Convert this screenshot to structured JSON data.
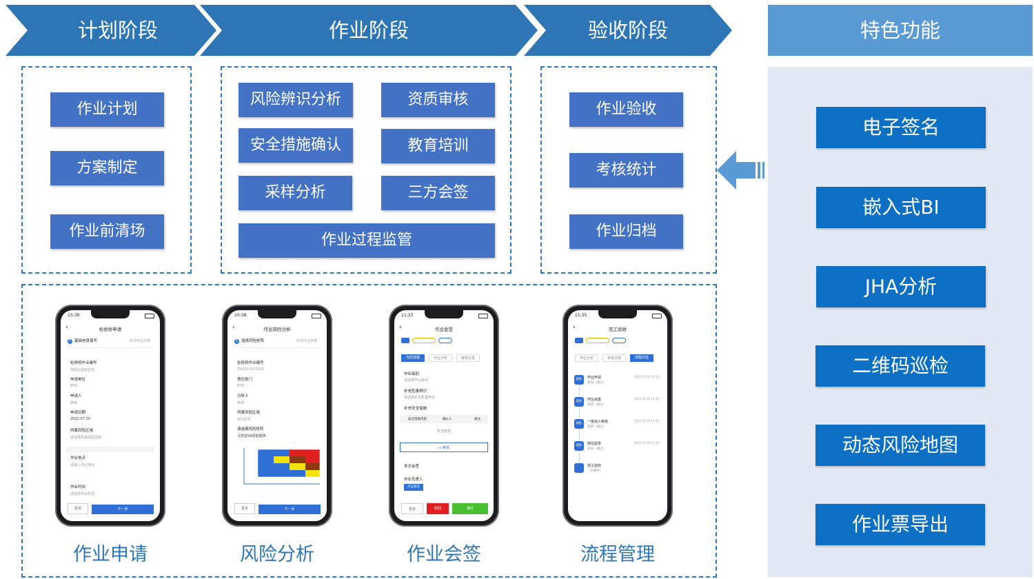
{
  "stages": [
    "计划阶段",
    "作业阶段",
    "验收阶段"
  ],
  "features_title": "特色功能",
  "plan_items": [
    "作业计划",
    "方案制定",
    "作业前清场"
  ],
  "work_items": [
    "风险辨识分析",
    "资质审核",
    "安全措施确认",
    "教育培训",
    "采样分析",
    "三方会签",
    "作业过程监管"
  ],
  "accept_items": [
    "作业验收",
    "考核统计",
    "作业归档"
  ],
  "features": [
    "电子签名",
    "嵌入式BI",
    "JHA分析",
    "二维码巡检",
    "动态风险地图",
    "作业票导出"
  ],
  "phones": [
    {
      "caption": "作业申请",
      "time": "10:38",
      "title": "检修修申请",
      "step": "基础信息填写",
      "step_next": "新增作业步骤",
      "fields": [
        {
          "label": "检修修作业编号",
          "value": "发起后自动生成"
        },
        {
          "label": "申请单位",
          "value": "EHS"
        },
        {
          "label": "申请人",
          "value": "高帅"
        },
        {
          "label": "申请日期",
          "value": "2021-07-20"
        },
        {
          "label": "所属风险区域",
          "value": "请选择所属风险区域"
        },
        {
          "label": "作业地点",
          "value": "请输入作业地点"
        },
        {
          "label": "作业时间",
          "value": "请选择作业时间"
        }
      ],
      "btn_left": "更多",
      "btn_right": "下一步"
    },
    {
      "caption": "风险分析",
      "time": "10:38",
      "title": "作业风险分析",
      "step": "选择风险矩阵",
      "step_next": "新增作业步骤",
      "fields": [
        {
          "label": "检修修作业编号",
          "value": "ZH2021072001"
        },
        {
          "label": "责任部门",
          "value": "EHS"
        },
        {
          "label": "分析人",
          "value": "高帅"
        },
        {
          "label": "所属风险区域",
          "value": "603车间"
        },
        {
          "label": "请选择风险矩阵",
          "value": "江苏省5A风险矩阵"
        }
      ],
      "btn_left": "更多",
      "btn_right": "下一步"
    },
    {
      "caption": "作业会签",
      "time": "11:33",
      "title": "作业会签",
      "tabs": [
        "当前流程",
        "作业分析",
        "审批记录"
      ],
      "fields": [
        {
          "label": "作业级别",
          "value": "请选择作业级别"
        },
        {
          "label": "补充危害辨识",
          "value": "请选择补充危害辨识"
        },
        {
          "label": "补充安全措施",
          "value": ""
        },
        {
          "label": "多方会签",
          "value": ""
        },
        {
          "label": "作业负责人",
          "value": ""
        }
      ],
      "table_header": [
        "安全措施内容",
        "确认人",
        "备注"
      ],
      "empty": "暂无数据",
      "add": "+ 新增",
      "sign": "点击签名",
      "btn_left": "更多",
      "btn_mid": "驳回",
      "btn_right": "通过"
    },
    {
      "caption": "流程管理",
      "time": "11:35",
      "title": "完工验收",
      "tabs": [
        "作业分析",
        "审批记录",
        "流程日志"
      ],
      "timeline": [
        {
          "name": "作业申请",
          "sub": "高帅（通过）",
          "time": "2021-07-20 11:32"
        },
        {
          "name": "作业会签",
          "sub": "高帅（通过）",
          "time": "2021-07-20 11:35"
        },
        {
          "name": "一级动火审批",
          "sub": "高帅（通过）",
          "time": "2021-07-20 11:35"
        },
        {
          "name": "岗位验票",
          "sub": "高帅（通过）",
          "time": "2021-07-20 11:35"
        },
        {
          "name": "完工验收",
          "sub": "（在哪中）",
          "time": ""
        }
      ],
      "badge": "高危"
    }
  ]
}
